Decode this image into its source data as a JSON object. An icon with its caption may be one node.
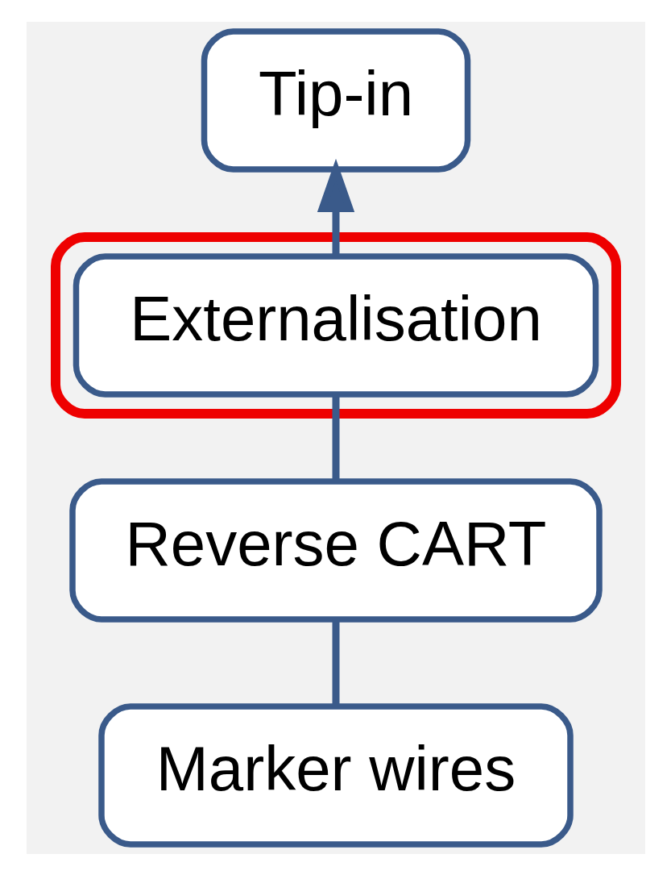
{
  "diagram": {
    "nodes": [
      {
        "text": [
          "Tip-in"
        ]
      },
      {
        "text": [],
        "shape": "ellipse"
      },
      {
        "text": [
          "Externalisation"
        ],
        "in": 1
      },
      {
        "text": [
          "Reverse CART"
        ]
      },
      {
        "text": [
          "Marker wires"
        ]
      }
    ],
    "edges": [
      {
        "from": 4,
        "to": 3,
        "arrow": "none"
      },
      {
        "from": 3,
        "to": 2,
        "arrow": "none"
      },
      {
        "from": 2,
        "to": 0,
        "arrow": "to"
      }
    ]
  }
}
